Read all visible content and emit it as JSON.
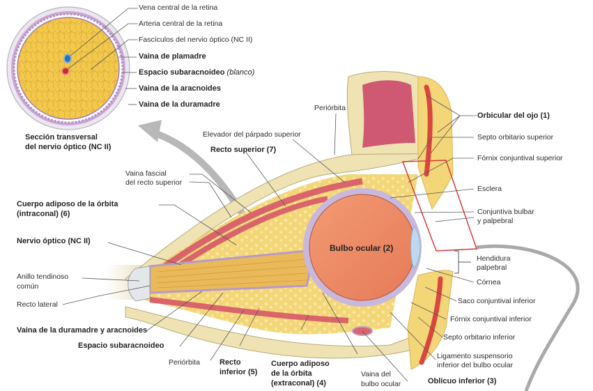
{
  "figure": {
    "inset": {
      "caption_line1": "Sección transversal",
      "caption_line2": "del nervio óptico (NC II)",
      "labels": {
        "vena_central": "Vena central de la retina",
        "arteria_central": "Arteria central de la retina",
        "fasciculos": "Fascículos del nervio óptico (NC II)",
        "vaina_piamadre": "Vaina de plamadre",
        "espacio_sub": "Espacio subaracnoideo",
        "espacio_sub_note": "(blanco)",
        "vaina_aracnoides": "Vaina de la aracnoides",
        "vaina_duramadre": "Vaina de la duramadre"
      }
    },
    "main_labels": {
      "periorbita_top": "Periórbita",
      "elevador": "Elevador del párpado superior",
      "recto_superior": "Recto superior (7)",
      "vaina_fascial_1": "Vaina fascial",
      "vaina_fascial_2": "del recto superior",
      "cuerpo_intra_1": "Cuerpo adiposo de la órbita",
      "cuerpo_intra_2": "(intraconal) (6)",
      "nervio_optico": "Nervio óptico (NC II)",
      "anillo_1": "Anillo tendinoso",
      "anillo_2": "común",
      "recto_lateral": "Recto lateral",
      "vaina_dura_arac": "Vaina de la duramadre y aracnoides",
      "espacio_sub": "Espacio subaracnoideo",
      "periorbita_bottom": "Periórbita",
      "recto_inferior_1": "Recto",
      "recto_inferior_2": "inferior (5)",
      "cuerpo_extra_1": "Cuerpo adiposo",
      "cuerpo_extra_2": "de la órbita",
      "cuerpo_extra_3": "(extraconal) (4)",
      "vaina_bulbo_1": "Vaina del",
      "vaina_bulbo_2": "bulbo ocular",
      "oblicuo_inferior": "Oblicuo inferior (3)",
      "bulbo_ocular": "Bulbo ocular (2)",
      "orbicular": "Orbicular del ojo (1)",
      "septo_superior": "Septo orbitario superior",
      "fornix_superior": "Fórnix conjuntival superior",
      "esclera": "Esclera",
      "conjuntiva_1": "Conjuntiva bulbar",
      "conjuntiva_2": "y palpebral",
      "hendidura_1": "Hendidura",
      "hendidura_2": "palpebral",
      "cornea": "Córnea",
      "saco_inferior": "Saco conjuntival inferior",
      "fornix_inferior": "Fórnix conjuntival inferior",
      "septo_inferior": "Septo orbitario inferior",
      "ligamento_1": "Ligamento suspensorio",
      "ligamento_2": "inferior del bulbo ocular"
    },
    "colors": {
      "fat": "#f3d677",
      "fat_light": "#f7e6a6",
      "nerve": "#e9b95a",
      "muscle": "#d9646a",
      "globe": "#ee8a66",
      "sclera": "#c7b8dc",
      "bone": "#efe2b3",
      "sinus": "#cf5872",
      "cornea": "#bcd9ef",
      "arrow": "#b8b8b8",
      "box": "#d83a3a",
      "leader": "#555555"
    }
  }
}
